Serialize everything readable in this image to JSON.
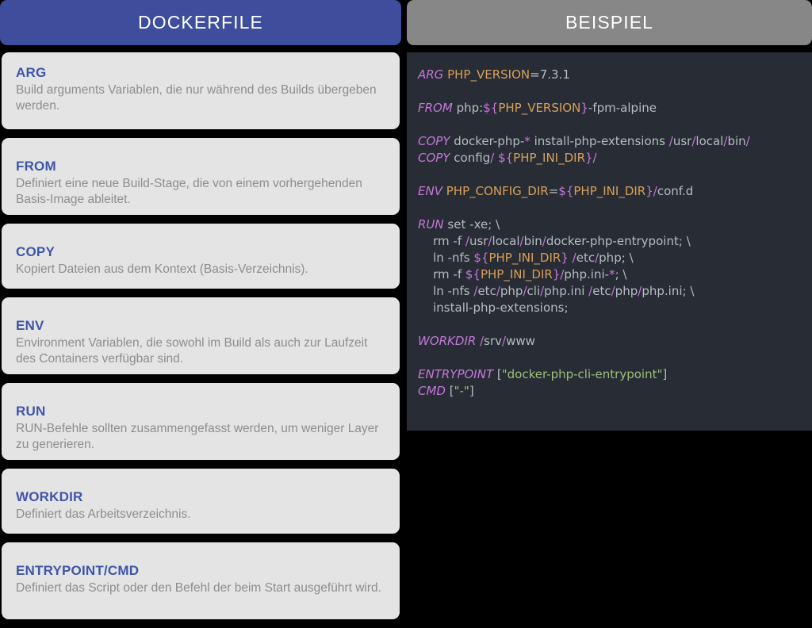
{
  "left_panel": {
    "header": "DOCKERFILE",
    "header_color": "#3f4e9c",
    "title_color": "#3f55a8",
    "desc_color": "#8d8d91",
    "card_bg": "#e4e4e4",
    "cards": [
      {
        "title": "ARG",
        "desc": "Build arguments Variablen, die nur während des Builds übergeben werden."
      },
      {
        "title": "FROM",
        "desc": "Definiert eine neue Build-Stage, die von einem vorhergehenden Basis-Image ableitet."
      },
      {
        "title": "COPY",
        "desc": "Kopiert Dateien aus dem Kontext (Basis-Verzeichnis)."
      },
      {
        "title": "ENV",
        "desc": "Environment Variablen, die sowohl im Build als auch zur Laufzeit des Containers verfügbar sind."
      },
      {
        "title": "RUN",
        "desc": "RUN-Befehle sollten zusammengefasst werden, um weniger Layer zu generieren."
      },
      {
        "title": "WORKDIR",
        "desc": "Definiert das Arbeitsverzeichnis."
      },
      {
        "title": "ENTRYPOINT/CMD",
        "desc": "Definiert das Script oder den Befehl der beim Start ausgeführt wird."
      }
    ]
  },
  "right_panel": {
    "header": "BEISPIEL",
    "header_color": "#878787",
    "code_bg": "#282c34",
    "syntax_colors": {
      "keyword": "#c678dd",
      "variable": "#d9a05b",
      "punctuation": "#c678dd",
      "string": "#98c379",
      "plain": "#b6bcc6"
    },
    "code_lines": [
      "ARG PHP_VERSION=7.3.1",
      "",
      "FROM php:${PHP_VERSION}-fpm-alpine",
      "",
      "COPY docker-php-* install-php-extensions /usr/local/bin/",
      "COPY config/ ${PHP_INI_DIR}/",
      "",
      "ENV PHP_CONFIG_DIR=${PHP_INI_DIR}/conf.d",
      "",
      "RUN set -xe; \\",
      "    rm -f /usr/local/bin/docker-php-entrypoint; \\",
      "    ln -nfs ${PHP_INI_DIR} /etc/php; \\",
      "    rm -f ${PHP_INI_DIR}/php.ini-*; \\",
      "    ln -nfs /etc/php/cli/php.ini /etc/php/php.ini; \\",
      "    install-php-extensions;",
      "",
      "WORKDIR /srv/www",
      "",
      "ENTRYPOINT [\"docker-php-cli-entrypoint\"]",
      "CMD [\"-\"]"
    ]
  }
}
